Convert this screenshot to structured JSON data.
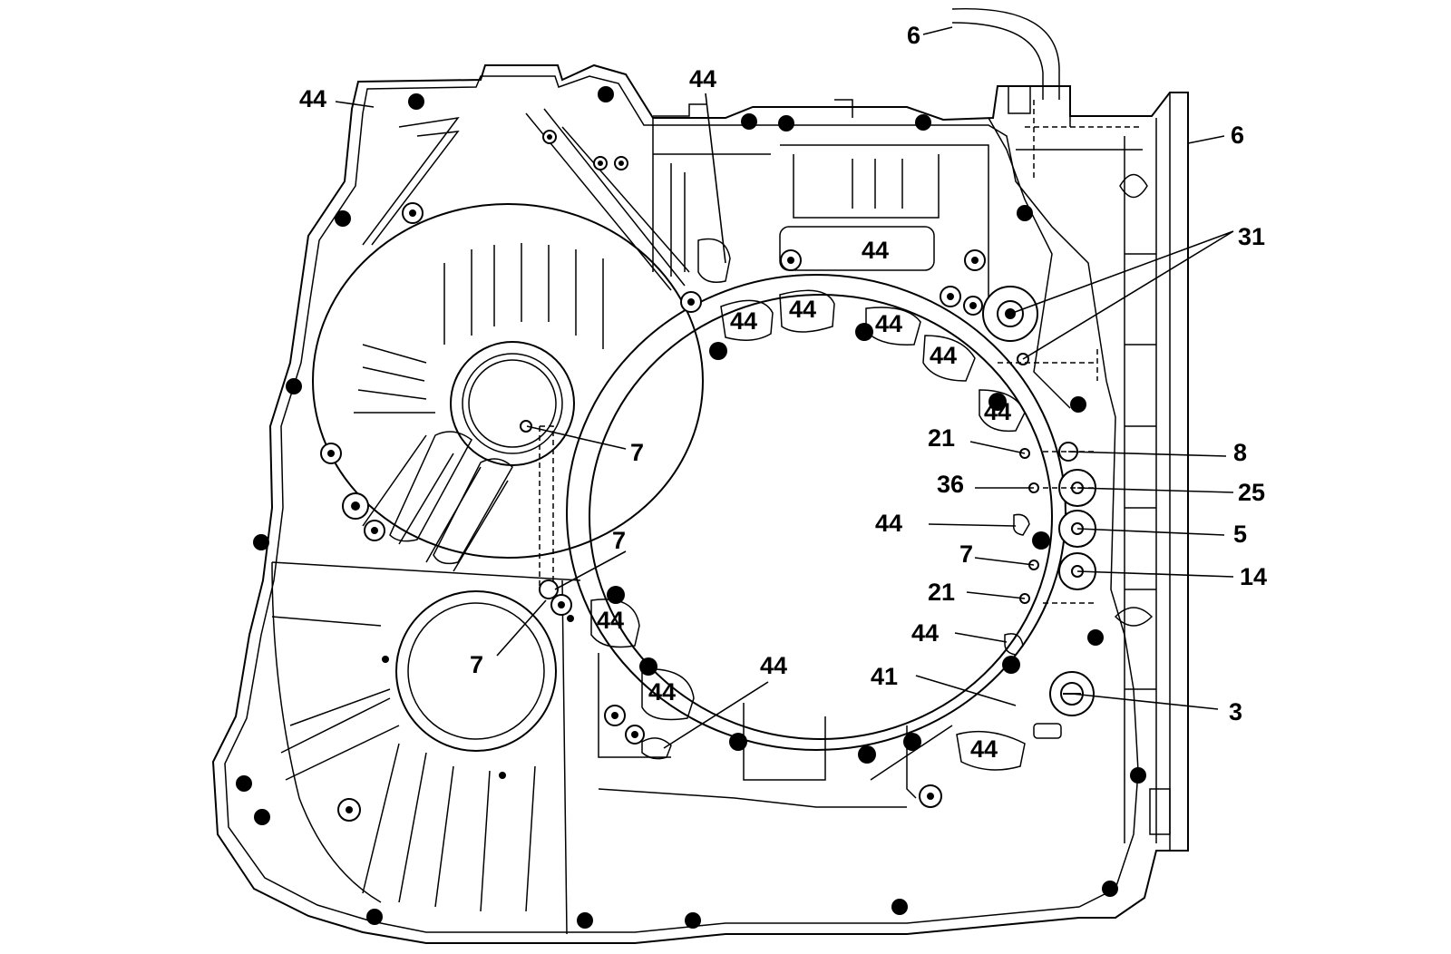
{
  "diagram": {
    "callouts": [
      {
        "id": "c44-topleft",
        "label": "44"
      },
      {
        "id": "c44-top",
        "label": "44"
      },
      {
        "id": "c6-top",
        "label": "6"
      },
      {
        "id": "c6-right",
        "label": "6"
      },
      {
        "id": "c31",
        "label": "31"
      },
      {
        "id": "c7-upper",
        "label": "7"
      },
      {
        "id": "c7-mid",
        "label": "7"
      },
      {
        "id": "c7-lower",
        "label": "7"
      },
      {
        "id": "c21-a",
        "label": "21"
      },
      {
        "id": "c8",
        "label": "8"
      },
      {
        "id": "c36",
        "label": "36"
      },
      {
        "id": "c25",
        "label": "25"
      },
      {
        "id": "c44-right",
        "label": "44"
      },
      {
        "id": "c5",
        "label": "5"
      },
      {
        "id": "c7-right",
        "label": "7"
      },
      {
        "id": "c14",
        "label": "14"
      },
      {
        "id": "c21-b",
        "label": "21"
      },
      {
        "id": "c44-lowright",
        "label": "44"
      },
      {
        "id": "c41",
        "label": "41"
      },
      {
        "id": "c3",
        "label": "3"
      },
      {
        "id": "c44-bottom",
        "label": "44"
      }
    ],
    "inline_labels": [
      {
        "id": "i44-box",
        "label": "44"
      },
      {
        "id": "i44-ring1",
        "label": "44"
      },
      {
        "id": "i44-ring2",
        "label": "44"
      },
      {
        "id": "i44-ring3",
        "label": "44"
      },
      {
        "id": "i44-ring4",
        "label": "44"
      },
      {
        "id": "i44-ring5",
        "label": "44"
      },
      {
        "id": "i44-left1",
        "label": "44"
      },
      {
        "id": "i44-left2",
        "label": "44"
      },
      {
        "id": "i44-lowbox",
        "label": "44"
      }
    ]
  }
}
